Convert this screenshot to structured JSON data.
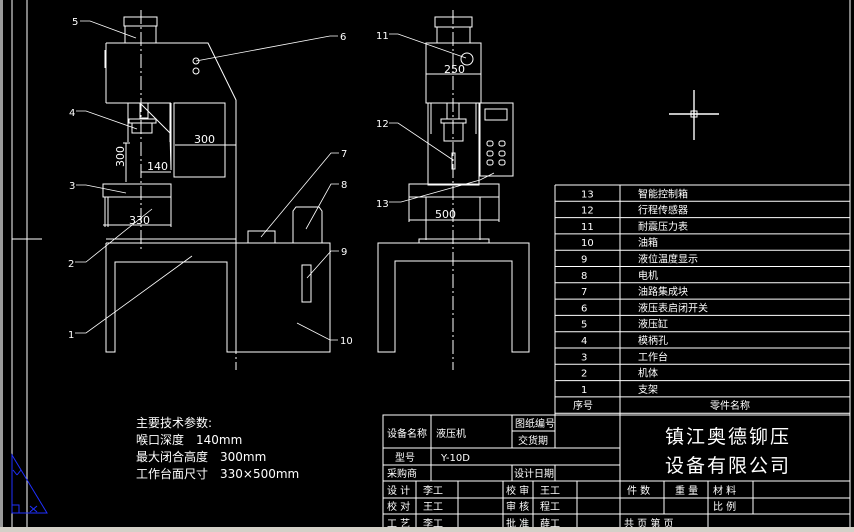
{
  "drawing": {
    "front_view": {
      "balloons": [
        "5",
        "6",
        "4",
        "3",
        "2",
        "1",
        "7",
        "8",
        "9",
        "10"
      ],
      "dimensions": {
        "width_300": "300",
        "height_300": "300",
        "throat_140": "140",
        "table_330": "330"
      }
    },
    "side_view": {
      "balloons": [
        "11",
        "12",
        "13"
      ],
      "dimensions": {
        "gauge_250": "250",
        "table_500": "500"
      }
    }
  },
  "tech_params": {
    "title": "主要技术参数:",
    "lines": [
      {
        "label": "喉口深度",
        "value": "140mm"
      },
      {
        "label": "最大闭合高度",
        "value": "300mm"
      },
      {
        "label": "工作台面尺寸",
        "value": "330×500mm"
      }
    ]
  },
  "parts_list": {
    "rows": [
      {
        "no": "13",
        "name": "智能控制箱"
      },
      {
        "no": "12",
        "name": "行程传感器"
      },
      {
        "no": "11",
        "name": "耐震压力表"
      },
      {
        "no": "10",
        "name": "油箱"
      },
      {
        "no": "9",
        "name": "液位温度显示"
      },
      {
        "no": "8",
        "name": "电机"
      },
      {
        "no": "7",
        "name": "油路集成块"
      },
      {
        "no": "6",
        "name": "液压表启闭开关"
      },
      {
        "no": "5",
        "name": "液压缸"
      },
      {
        "no": "4",
        "name": "模柄孔"
      },
      {
        "no": "3",
        "name": "工作台"
      },
      {
        "no": "2",
        "name": "机体"
      },
      {
        "no": "1",
        "name": "支架"
      }
    ],
    "header": {
      "no": "序号",
      "name": "零件名称"
    }
  },
  "title_block": {
    "equipment_name_label": "设备名称",
    "equipment_name": "液压机",
    "drawing_no_label": "图纸编号",
    "delivery_label": "交货期",
    "model_label": "型号",
    "model": "Y-10D",
    "buyer_label": "采购商",
    "design_date_label": "设计日期",
    "design_label": "设 计",
    "design_by": "李工",
    "check_label": "校 对",
    "check_by": "王工",
    "process_label": "工 艺",
    "process_by": "李工",
    "review_label": "校 审",
    "review_by": "王工",
    "audit_label": "审 核",
    "audit_by": "程工",
    "approve_label": "批 准",
    "approve_by": "薛工",
    "company_line1": "镇江奥德铆压",
    "company_line2": "设备有限公司",
    "qty_label": "件 数",
    "weight_label": "重 量",
    "material_label": "材 料",
    "scale_label": "比 例",
    "sheet_label": "共    页 第    页"
  },
  "colors": {
    "background": "#000000",
    "lines": "#ffffff",
    "ucs": "#2030ff"
  }
}
